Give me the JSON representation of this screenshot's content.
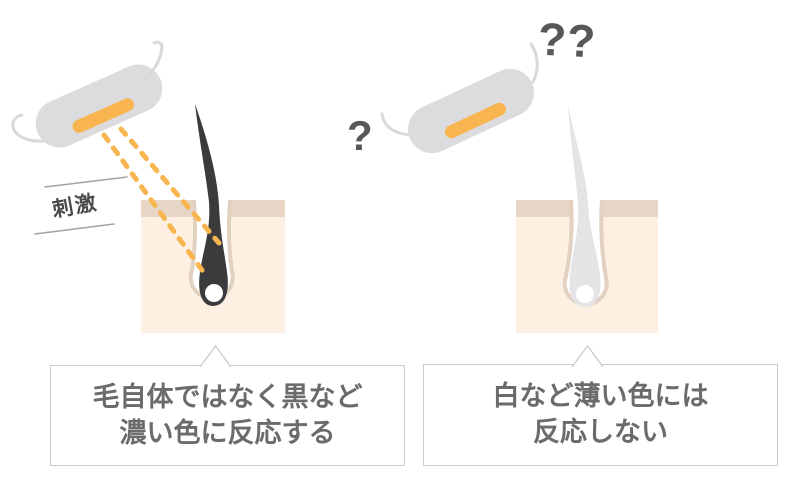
{
  "colors": {
    "background": "#ffffff",
    "device-gray": "#dcdcde",
    "hook-gray": "#d9d9db",
    "accent-orange": "#f7b44f",
    "skin-light": "#fdf0e3",
    "skin-band": "#e7d5c6",
    "follicle-outline": "#e2d0c0",
    "hair-dark": "#3b3b3d",
    "hair-light": "#e4e4e6",
    "text-dark": "#6b6b6b",
    "label-dark": "#4a4a4c",
    "question-gray": "#58585a",
    "line-gray": "#a3a3a3",
    "box-border": "#cccccc"
  },
  "left_panel": {
    "stimulus_label": "刺激",
    "caption": {
      "line1": "毛自体ではなく黒など",
      "line2": "濃い色に反応する"
    }
  },
  "right_panel": {
    "question_single": "?",
    "question_double": "??",
    "caption": {
      "line1": "白など薄い色には",
      "line2": "反応しない"
    }
  }
}
